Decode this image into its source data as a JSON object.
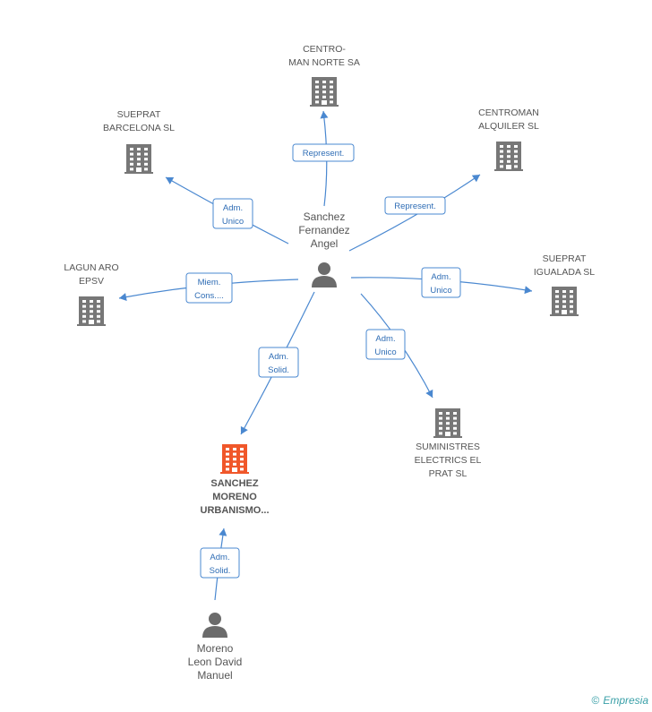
{
  "companies": [
    {
      "id": "centroman-norte",
      "lines": [
        "CENTRO-",
        "MAN NORTE SA"
      ],
      "color": "#777777"
    },
    {
      "id": "sueprat-barcelona",
      "lines": [
        "SUEPRAT",
        "BARCELONA SL"
      ],
      "color": "#777777"
    },
    {
      "id": "centroman-alquiler",
      "lines": [
        "CENTROMAN",
        "ALQUILER SL"
      ],
      "color": "#777777"
    },
    {
      "id": "lagun-aro",
      "lines": [
        "LAGUN ARO",
        "EPSV"
      ],
      "color": "#777777"
    },
    {
      "id": "sueprat-igualada",
      "lines": [
        "SUEPRAT",
        "IGUALADA SL"
      ],
      "color": "#777777"
    },
    {
      "id": "suministres",
      "lines": [
        "SUMINISTRES",
        "ELECTRICS EL",
        "PRAT SL"
      ],
      "color": "#777777"
    },
    {
      "id": "sanchez-moreno",
      "lines": [
        "SANCHEZ",
        "MORENO",
        "URBANISMO..."
      ],
      "color": "#f0572a",
      "main": true
    }
  ],
  "persons": [
    {
      "id": "sanchez-fernandez",
      "lines": [
        "Sanchez",
        "Fernandez",
        "Angel"
      ]
    },
    {
      "id": "moreno-leon",
      "lines": [
        "Moreno",
        "Leon David",
        "Manuel"
      ]
    }
  ],
  "relations": [
    {
      "id": "rel-centroman-norte",
      "lines": [
        "Represent."
      ]
    },
    {
      "id": "rel-sueprat-barcelona",
      "lines": [
        "Adm.",
        "Unico"
      ]
    },
    {
      "id": "rel-centroman-alquiler",
      "lines": [
        "Represent."
      ]
    },
    {
      "id": "rel-lagun-aro",
      "lines": [
        "Miem.",
        "Cons...."
      ]
    },
    {
      "id": "rel-sueprat-igualada",
      "lines": [
        "Adm.",
        "Unico"
      ]
    },
    {
      "id": "rel-suministres",
      "lines": [
        "Adm.",
        "Unico"
      ]
    },
    {
      "id": "rel-sanchez-moreno",
      "lines": [
        "Adm.",
        "Solid."
      ]
    },
    {
      "id": "rel-moreno-sanchez-moreno",
      "lines": [
        "Adm.",
        "Solid."
      ]
    }
  ],
  "footer": {
    "copyright": "©",
    "brand": "Empresia"
  }
}
